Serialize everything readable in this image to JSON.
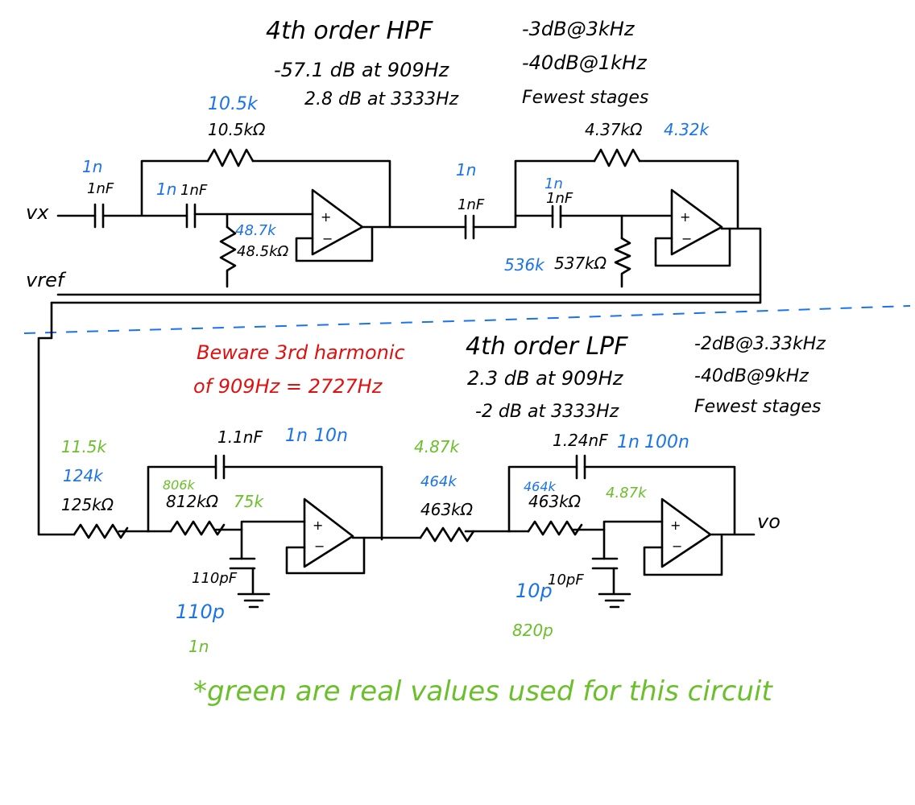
{
  "hpf": {
    "title": "4th order HPF",
    "spec_3db": "-3dB@3kHz",
    "spec_40db": "-40dB@1kHz",
    "fewest": "Fewest stages",
    "atten_909": "-57.1 dB at 909Hz",
    "atten_3333": "2.8 dB at 3333Hz",
    "stage1": {
      "rf_blue": "10.5k",
      "rf_black": "10.5kΩ",
      "c1_blue": "1n",
      "c1_black": "1nF",
      "c2_blue": "1n",
      "c2_black": "1nF",
      "rg_blue": "48.7k",
      "rg_black": "48.5kΩ"
    },
    "stage2": {
      "rf_black": "4.37kΩ",
      "rf_blue": "4.32k",
      "c1_blue": "1n",
      "c1_black": "1nF",
      "c2_blue": "1n",
      "c2_black": "1nF",
      "rg_blue": "536k",
      "rg_black": "537kΩ"
    },
    "vx": "vx",
    "vref": "vref"
  },
  "lpf": {
    "title": "4th order LPF",
    "spec_2db": "-2dB@3.33kHz",
    "spec_40db": "-40dB@9kHz",
    "fewest": "Fewest stages",
    "gain_909": "2.3 dB at 909Hz",
    "gain_3333": "-2 dB at 3333Hz",
    "warning_line1": "Beware 3rd harmonic",
    "warning_line2": "of 909Hz = 2727Hz",
    "stage1": {
      "cf_black": "1.1nF",
      "cf_blue": "1n",
      "cf_blue2": "10n",
      "r1_green": "11.5k",
      "r1_blue": "124k",
      "r1_black": "125kΩ",
      "r2_green": "806k",
      "r2_black": "812kΩ",
      "r2_green2": "75k",
      "cg_black": "110pF",
      "cg_blue": "110p",
      "cg_green": "1n"
    },
    "stage2": {
      "cf_black": "1.24nF",
      "cf_blue": "1n",
      "cf_blue2": "100n",
      "r1_green": "4.87k",
      "r1_blue": "464k",
      "r1_black": "463kΩ",
      "r2_blue": "464k",
      "r2_black": "463kΩ",
      "r2_green": "4.87k",
      "cg_blue": "10p",
      "cg_black": "10pF",
      "cg_green": "820p"
    },
    "vo": "vo"
  },
  "note": "*green are real values used for this circuit",
  "colors": {
    "ink": "#000000",
    "blue": "#1a73e8",
    "green": "#6abf2a",
    "red": "#e01010"
  }
}
